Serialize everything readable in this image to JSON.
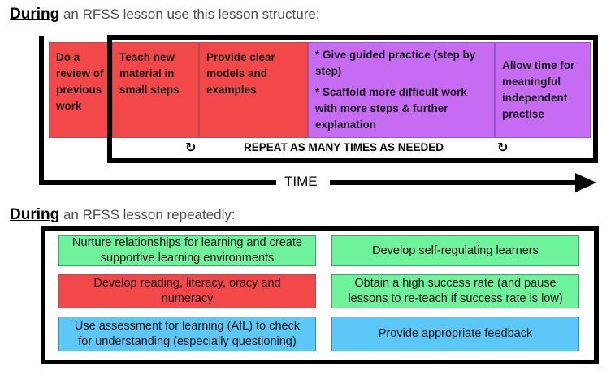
{
  "top_heading": {
    "bold": "During",
    "rest": " an RFSS lesson use this lesson structure:"
  },
  "structure": {
    "review": "Do a review of previous work",
    "teach": "Teach new material in small steps",
    "models": "Provide clear models and examples",
    "guided_1": "* Give guided practice (step by step)",
    "guided_2": "* Scaffold more difficult work with more steps & further explanation",
    "independent": "Allow time for meaningful independent practise",
    "repeat_icon_left": "↻",
    "repeat_label": "REPEAT AS MANY TIMES AS NEEDED",
    "repeat_icon_right": "↻",
    "time_label": "TIME"
  },
  "bottom_heading": {
    "bold": "During",
    "rest": " an RFSS lesson repeatedly:"
  },
  "practices": [
    {
      "label": "Nurture relationships for learning and create supportive learning environments",
      "color": "#6ef29a"
    },
    {
      "label": "Develop self-regulating learners",
      "color": "#6ef29a"
    },
    {
      "label": "Develop reading, literacy, oracy and numeracy",
      "color": "#f2484a"
    },
    {
      "label": "Obtain a high success rate (and pause lessons to re-teach if success rate is low)",
      "color": "#6ef29a"
    },
    {
      "label": "Use assessment for learning (AfL) to check for understanding (especially questioning)",
      "color": "#5bc8f7"
    },
    {
      "label": "Provide appropriate feedback",
      "color": "#5bc8f7"
    }
  ]
}
